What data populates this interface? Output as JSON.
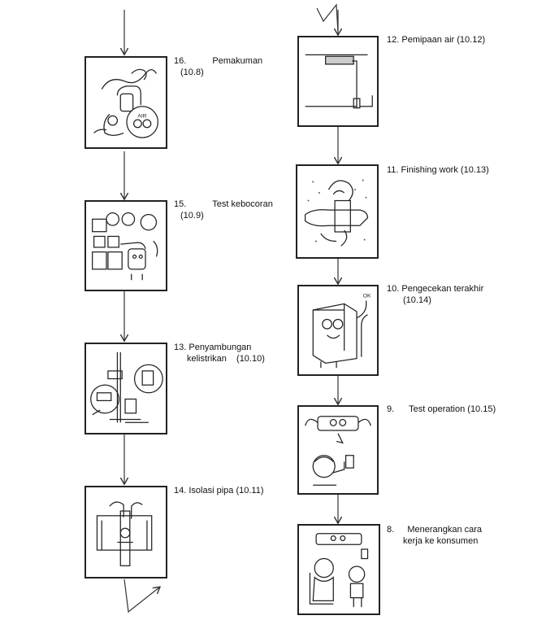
{
  "steps_left": [
    {
      "number": "16.",
      "title": "Pemakuman",
      "ref": "(10.8)"
    },
    {
      "number": "15.",
      "title": "Test kebocoran",
      "ref": "(10.9)"
    },
    {
      "number": "13.",
      "title": "Penyambungan",
      "title2": "kelistrikan",
      "ref": "(10.10)"
    },
    {
      "number": "14.",
      "title": "Isolasi pipa",
      "ref": "(10.11)"
    }
  ],
  "steps_right": [
    {
      "number": "12.",
      "title": "Pemipaan air",
      "ref": "(10.12)"
    },
    {
      "number": "11.",
      "title": "Finishing work",
      "ref": "(10.13)"
    },
    {
      "number": "10.",
      "title": "Pengecekan terakhir",
      "ref": "(10.14)"
    },
    {
      "number": "9.",
      "title": "Test operation",
      "ref": "(10.15)"
    },
    {
      "number": "8.",
      "title": "Menerangkan cara",
      "title2": "kerja ke konsumen"
    }
  ],
  "illustration_text": {
    "air_valve": "AIR",
    "ok_mark": "OK"
  }
}
